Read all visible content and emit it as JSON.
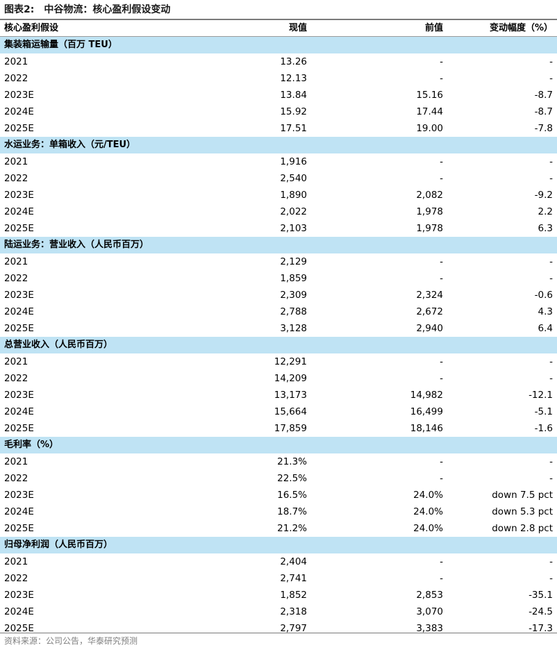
{
  "title": {
    "figure": "图表2:",
    "text": "中谷物流：核心盈利假设变动"
  },
  "header": {
    "label": "核心盈利假设",
    "current": "现值",
    "previous": "前值",
    "change": "变动幅度（%）"
  },
  "sections": [
    {
      "name": "集装箱运输量（百万 TEU）",
      "rows": [
        {
          "year": "2021",
          "current": "13.26",
          "previous": "-",
          "change": "-"
        },
        {
          "year": "2022",
          "current": "12.13",
          "previous": "-",
          "change": "-"
        },
        {
          "year": "2023E",
          "current": "13.84",
          "previous": "15.16",
          "change": "-8.7"
        },
        {
          "year": "2024E",
          "current": "15.92",
          "previous": "17.44",
          "change": "-8.7"
        },
        {
          "year": "2025E",
          "current": "17.51",
          "previous": "19.00",
          "change": "-7.8"
        }
      ]
    },
    {
      "name": "水运业务：单箱收入（元/TEU）",
      "rows": [
        {
          "year": "2021",
          "current": "1,916",
          "previous": "-",
          "change": "-"
        },
        {
          "year": "2022",
          "current": "2,540",
          "previous": "-",
          "change": "-"
        },
        {
          "year": "2023E",
          "current": "1,890",
          "previous": "2,082",
          "change": "-9.2"
        },
        {
          "year": "2024E",
          "current": "2,022",
          "previous": "1,978",
          "change": "2.2"
        },
        {
          "year": "2025E",
          "current": "2,103",
          "previous": "1,978",
          "change": "6.3"
        }
      ]
    },
    {
      "name": "陆运业务：营业收入（人民币百万）",
      "rows": [
        {
          "year": "2021",
          "current": "2,129",
          "previous": "-",
          "change": "-"
        },
        {
          "year": "2022",
          "current": "1,859",
          "previous": "-",
          "change": "-"
        },
        {
          "year": "2023E",
          "current": "2,309",
          "previous": "2,324",
          "change": "-0.6"
        },
        {
          "year": "2024E",
          "current": "2,788",
          "previous": "2,672",
          "change": "4.3"
        },
        {
          "year": "2025E",
          "current": "3,128",
          "previous": "2,940",
          "change": "6.4"
        }
      ]
    },
    {
      "name": "总营业收入（人民币百万）",
      "rows": [
        {
          "year": "2021",
          "current": "12,291",
          "previous": "-",
          "change": "-"
        },
        {
          "year": "2022",
          "current": "14,209",
          "previous": "-",
          "change": "-"
        },
        {
          "year": "2023E",
          "current": "13,173",
          "previous": "14,982",
          "change": "-12.1"
        },
        {
          "year": "2024E",
          "current": "15,664",
          "previous": "16,499",
          "change": "-5.1"
        },
        {
          "year": "2025E",
          "current": "17,859",
          "previous": "18,146",
          "change": "-1.6"
        }
      ]
    },
    {
      "name": "毛利率（%）",
      "rows": [
        {
          "year": "2021",
          "current": "21.3%",
          "previous": "-",
          "change": "-"
        },
        {
          "year": "2022",
          "current": "22.5%",
          "previous": "-",
          "change": "-"
        },
        {
          "year": "2023E",
          "current": "16.5%",
          "previous": "24.0%",
          "change": "down 7.5 pct"
        },
        {
          "year": "2024E",
          "current": "18.7%",
          "previous": "24.0%",
          "change": "down 5.3 pct"
        },
        {
          "year": "2025E",
          "current": "21.2%",
          "previous": "24.0%",
          "change": "down 2.8 pct"
        }
      ]
    },
    {
      "name": "归母净利润（人民币百万）",
      "rows": [
        {
          "year": "2021",
          "current": "2,404",
          "previous": "-",
          "change": "-"
        },
        {
          "year": "2022",
          "current": "2,741",
          "previous": "-",
          "change": "-"
        },
        {
          "year": "2023E",
          "current": "1,852",
          "previous": "2,853",
          "change": "-35.1"
        },
        {
          "year": "2024E",
          "current": "2,318",
          "previous": "3,070",
          "change": "-24.5"
        },
        {
          "year": "2025E",
          "current": "2,797",
          "previous": "3,383",
          "change": "-17.3"
        }
      ]
    }
  ],
  "source": "资料来源：公司公告，华泰研究预测",
  "colors": {
    "section_band": "#bfe3f4",
    "rule": "#7a7a7a",
    "source_text": "#7f7f7f"
  }
}
